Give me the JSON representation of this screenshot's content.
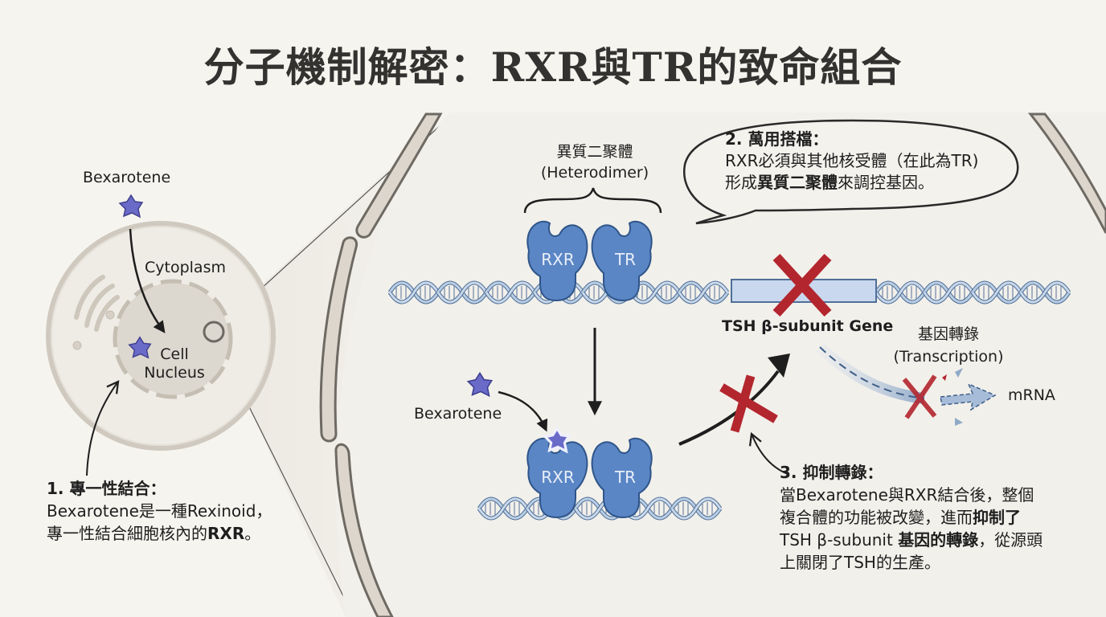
{
  "title": "分子機制解密：RXR與TR的致命組合",
  "colors": {
    "background": "#f6f4ef",
    "receptor_blue": "#5b86c5",
    "ligand_purple": "#6a6ac8",
    "block_red": "#b3262e",
    "dna_blue": "#8fa9c8",
    "gene_box": "#c9d8ee",
    "membrane": "#d9d3c8"
  },
  "cell_panel": {
    "ligand_label": "Bexarotene",
    "cytoplasm_label": "Cytoplasm",
    "nucleus_label_line1": "Cell",
    "nucleus_label_line2": "Nucleus"
  },
  "note1": {
    "heading": "1. 專一性結合：",
    "line1": "Bexarotene是一種Rexinoid，",
    "line2_prefix": "專一性結合細胞核內的",
    "line2_bold": "RXR",
    "line2_suffix": "。"
  },
  "heterodimer": {
    "label_zh": "異質二聚體",
    "label_en": "(Heterodimer)",
    "rxr_label": "RXR",
    "tr_label": "TR"
  },
  "bubble": {
    "heading": "2. 萬用搭檔：",
    "line1": "RXR必須與其他核受體（在此為TR)",
    "line2_prefix": "形成",
    "line2_bold": "異質二聚體",
    "line2_suffix": "來調控基因。"
  },
  "gene": {
    "label": "TSH β-subunit Gene",
    "transcription_zh": "基因轉錄",
    "transcription_en": "(Transcription)",
    "mrna_label": "mRNA"
  },
  "bound_state": {
    "ligand_label": "Bexarotene",
    "rxr_label": "RXR",
    "tr_label": "TR"
  },
  "note3": {
    "heading": "3. 抑制轉錄：",
    "line1": "當Bexarotene與RXR結合後，整個",
    "line2_prefix": "複合體的功能被改變，進而",
    "line2_bold": "抑制了",
    "line3_prefix": "TSH β-subunit ",
    "line3_bold": "基因的轉錄",
    "line3_suffix": "，從源頭",
    "line4": "上關閉了TSH的生產。"
  }
}
